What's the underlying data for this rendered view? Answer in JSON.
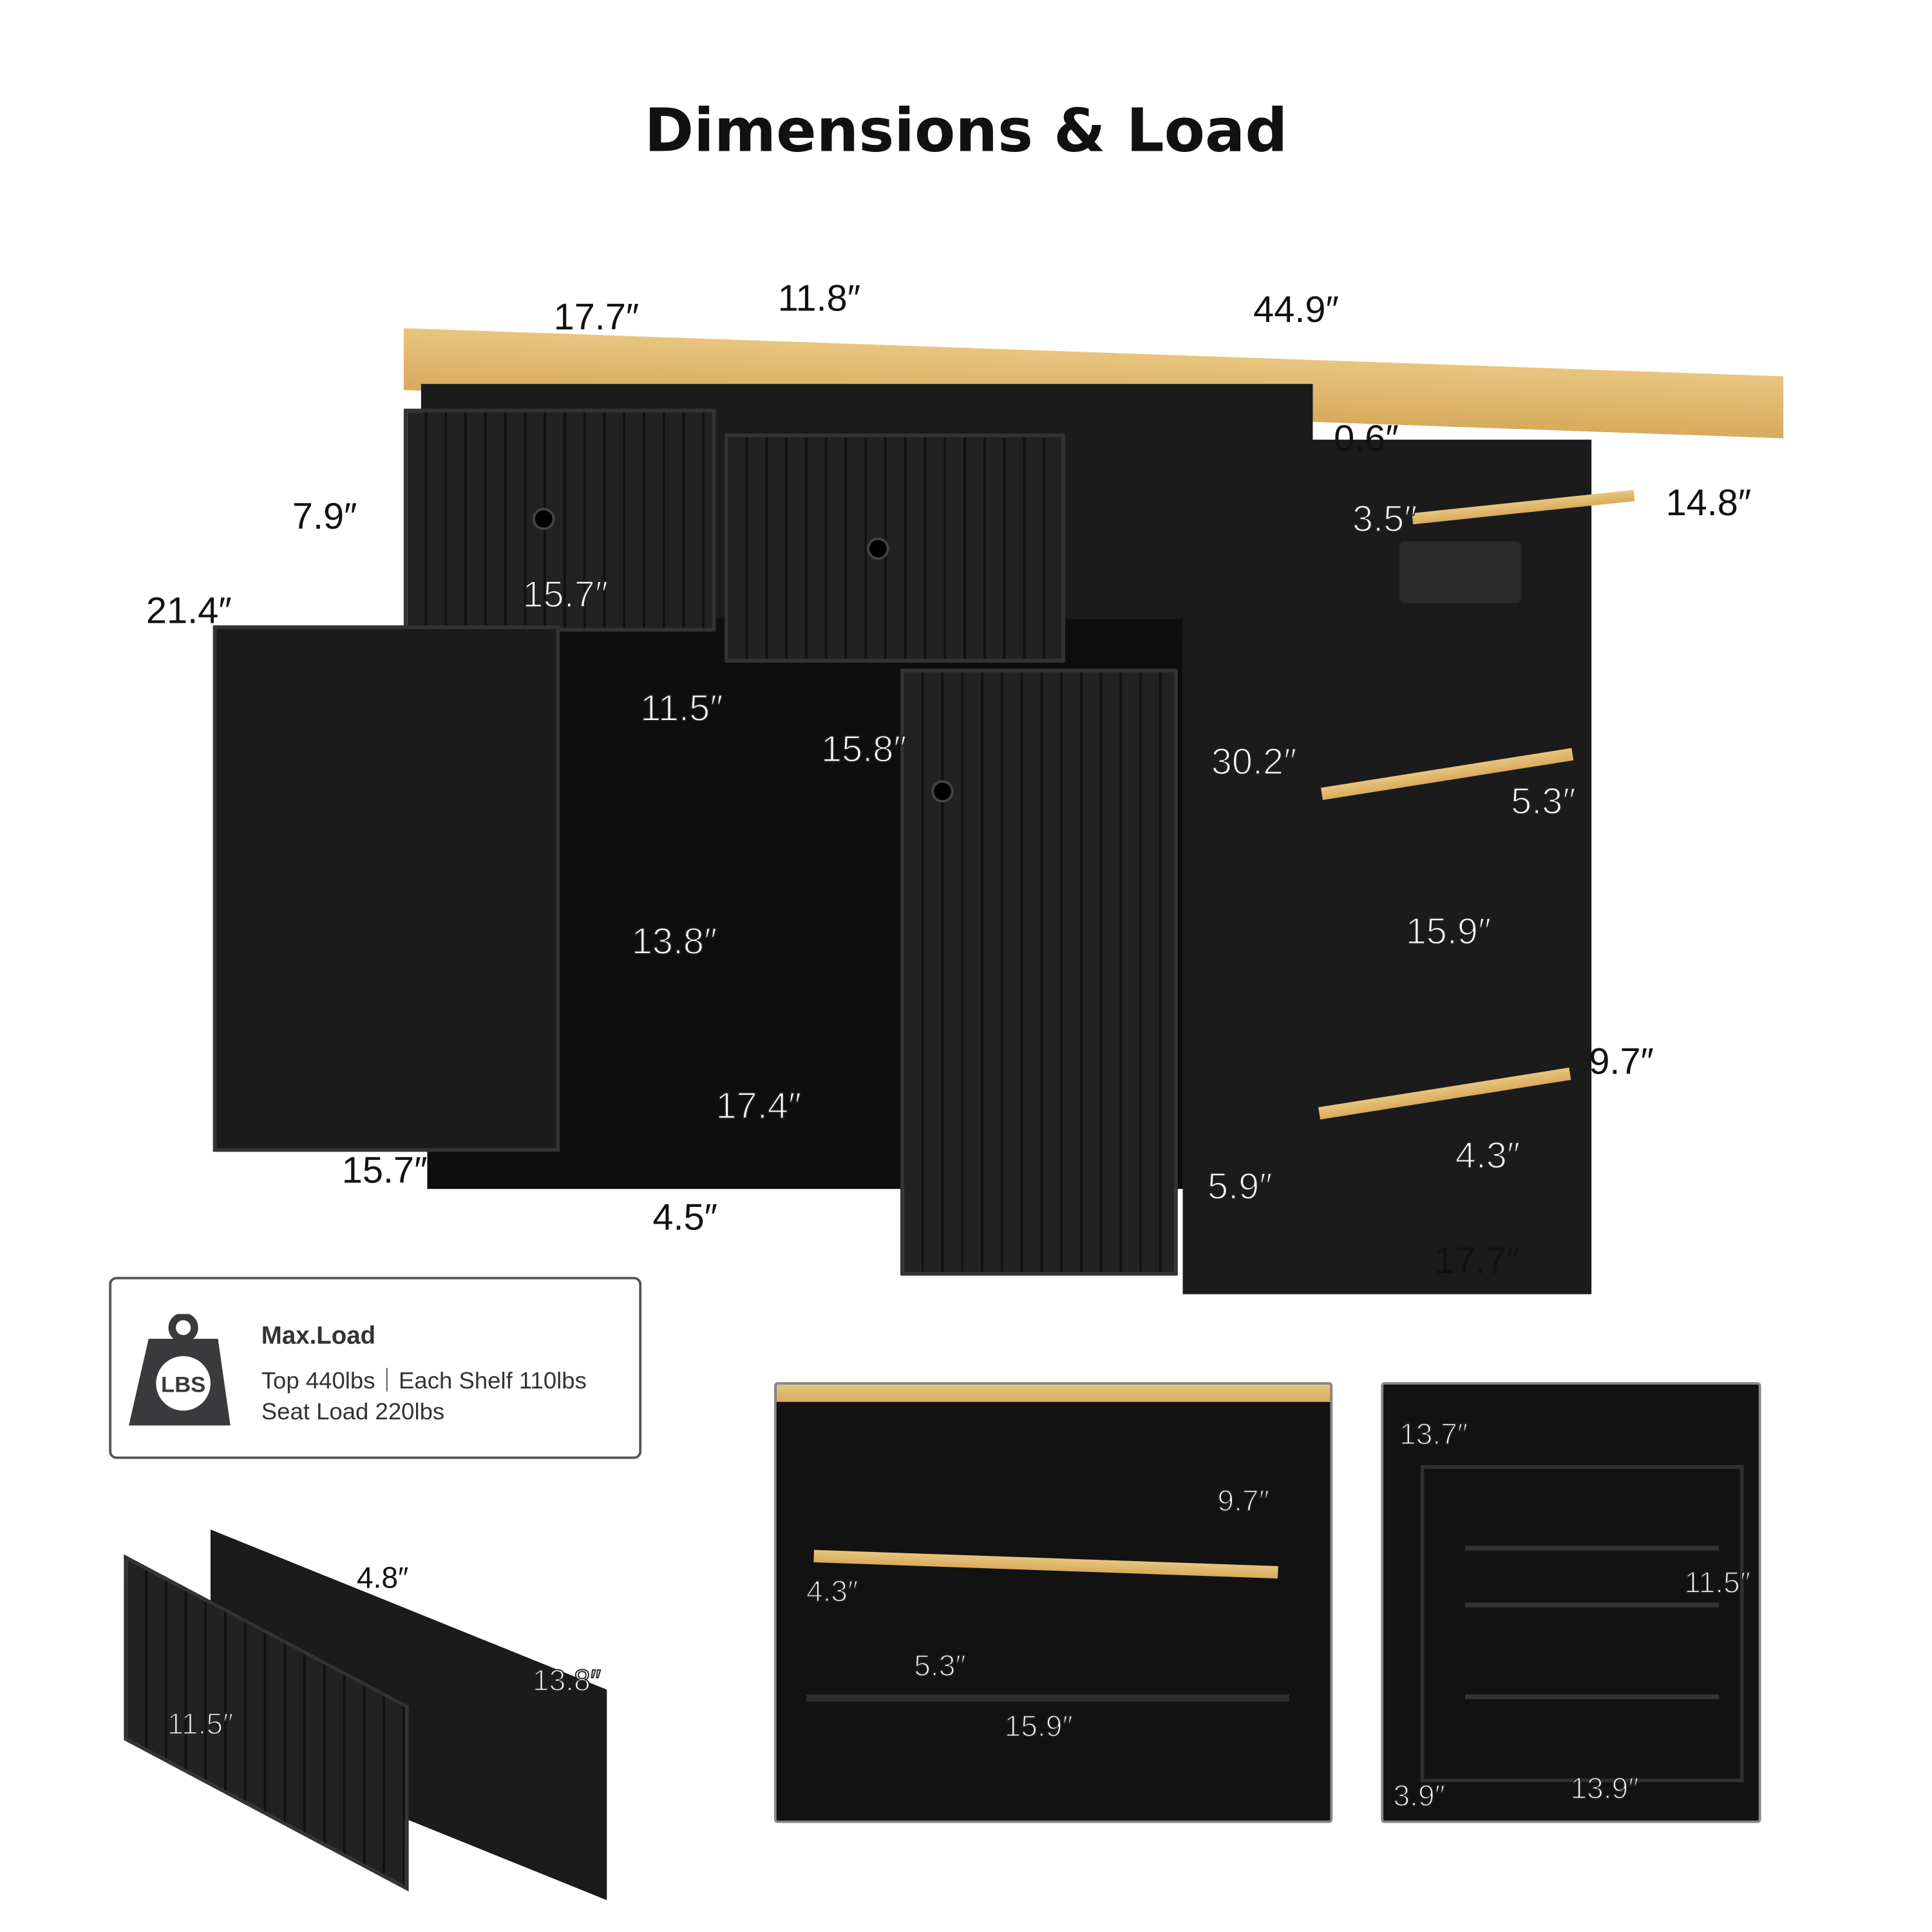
{
  "title": "Dimensions & Load",
  "main_dimensions": {
    "top_left_width": "17.7″",
    "flap_width": "11.8″",
    "total_length": "44.9″",
    "top_thickness": "0.6″",
    "towel_bar_offset": "3.5″",
    "towel_bar_length": "14.8″",
    "drawer_height": "7.9″",
    "cabinet_height": "21.4″",
    "drawer_width": "15.7″",
    "cabinet_depth": "11.5″",
    "cabinet_inner_width": "15.8″",
    "total_height": "30.2″",
    "side_shelf_depth": "5.3″",
    "side_shelf_width": "15.9″",
    "cabinet_inner_height": "13.8″",
    "side_shelf_height": "9.7″",
    "cabinet_floor_width": "17.4″",
    "rail_height": "4.3″",
    "door_width": "15.7″",
    "side_panel": "5.9″",
    "clearance": "4.5″",
    "side_depth": "17.7″"
  },
  "load": {
    "heading": "Max.Load",
    "line1": "Top 440lbs｜Each Shelf 110lbs",
    "line2": "Seat Load 220lbs",
    "icon": "weight-lbs-icon",
    "icon_text": "LBS"
  },
  "drawer_detail": {
    "height": "4.8″",
    "depth": "13.8″",
    "width": "11.5″"
  },
  "shelf_detail": {
    "height": "9.7″",
    "rail_height": "4.3″",
    "depth": "5.3″",
    "width": "15.9″"
  },
  "door_rack_detail": {
    "height": "13.7″",
    "shelf_gap": "11.5″",
    "depth": "3.9″",
    "width": "13.9″"
  },
  "colors": {
    "cabinet": "#1b1b1c",
    "wood": "#e0b86a",
    "text": "#111111"
  }
}
